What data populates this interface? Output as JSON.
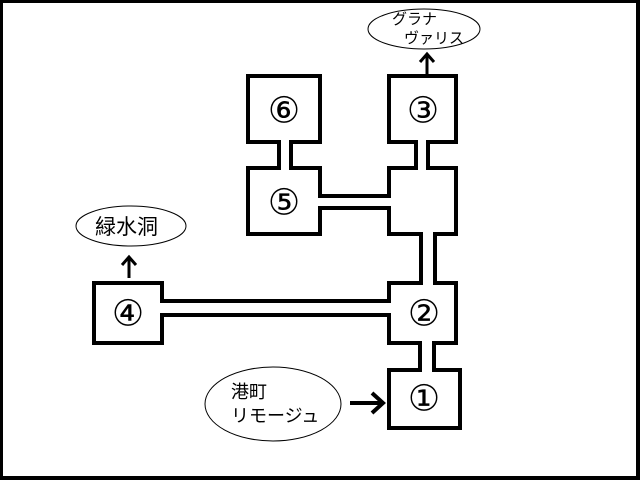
{
  "diagram": {
    "rooms": [
      {
        "id": "room-1",
        "label": "①"
      },
      {
        "id": "room-2",
        "label": "②"
      },
      {
        "id": "room-3",
        "label": "③"
      },
      {
        "id": "room-4",
        "label": "④"
      },
      {
        "id": "room-5",
        "label": "⑤"
      },
      {
        "id": "room-6",
        "label": "⑥"
      }
    ],
    "exits": {
      "north_from_3": {
        "line1": "グラナ",
        "line2": "ヴァリス"
      },
      "north_from_4": {
        "line1": "緑水洞"
      },
      "into_1": {
        "line1": "港町",
        "line2": "リモージュ"
      }
    },
    "colors": {
      "line": "#000000",
      "background": "#ffffff"
    }
  }
}
